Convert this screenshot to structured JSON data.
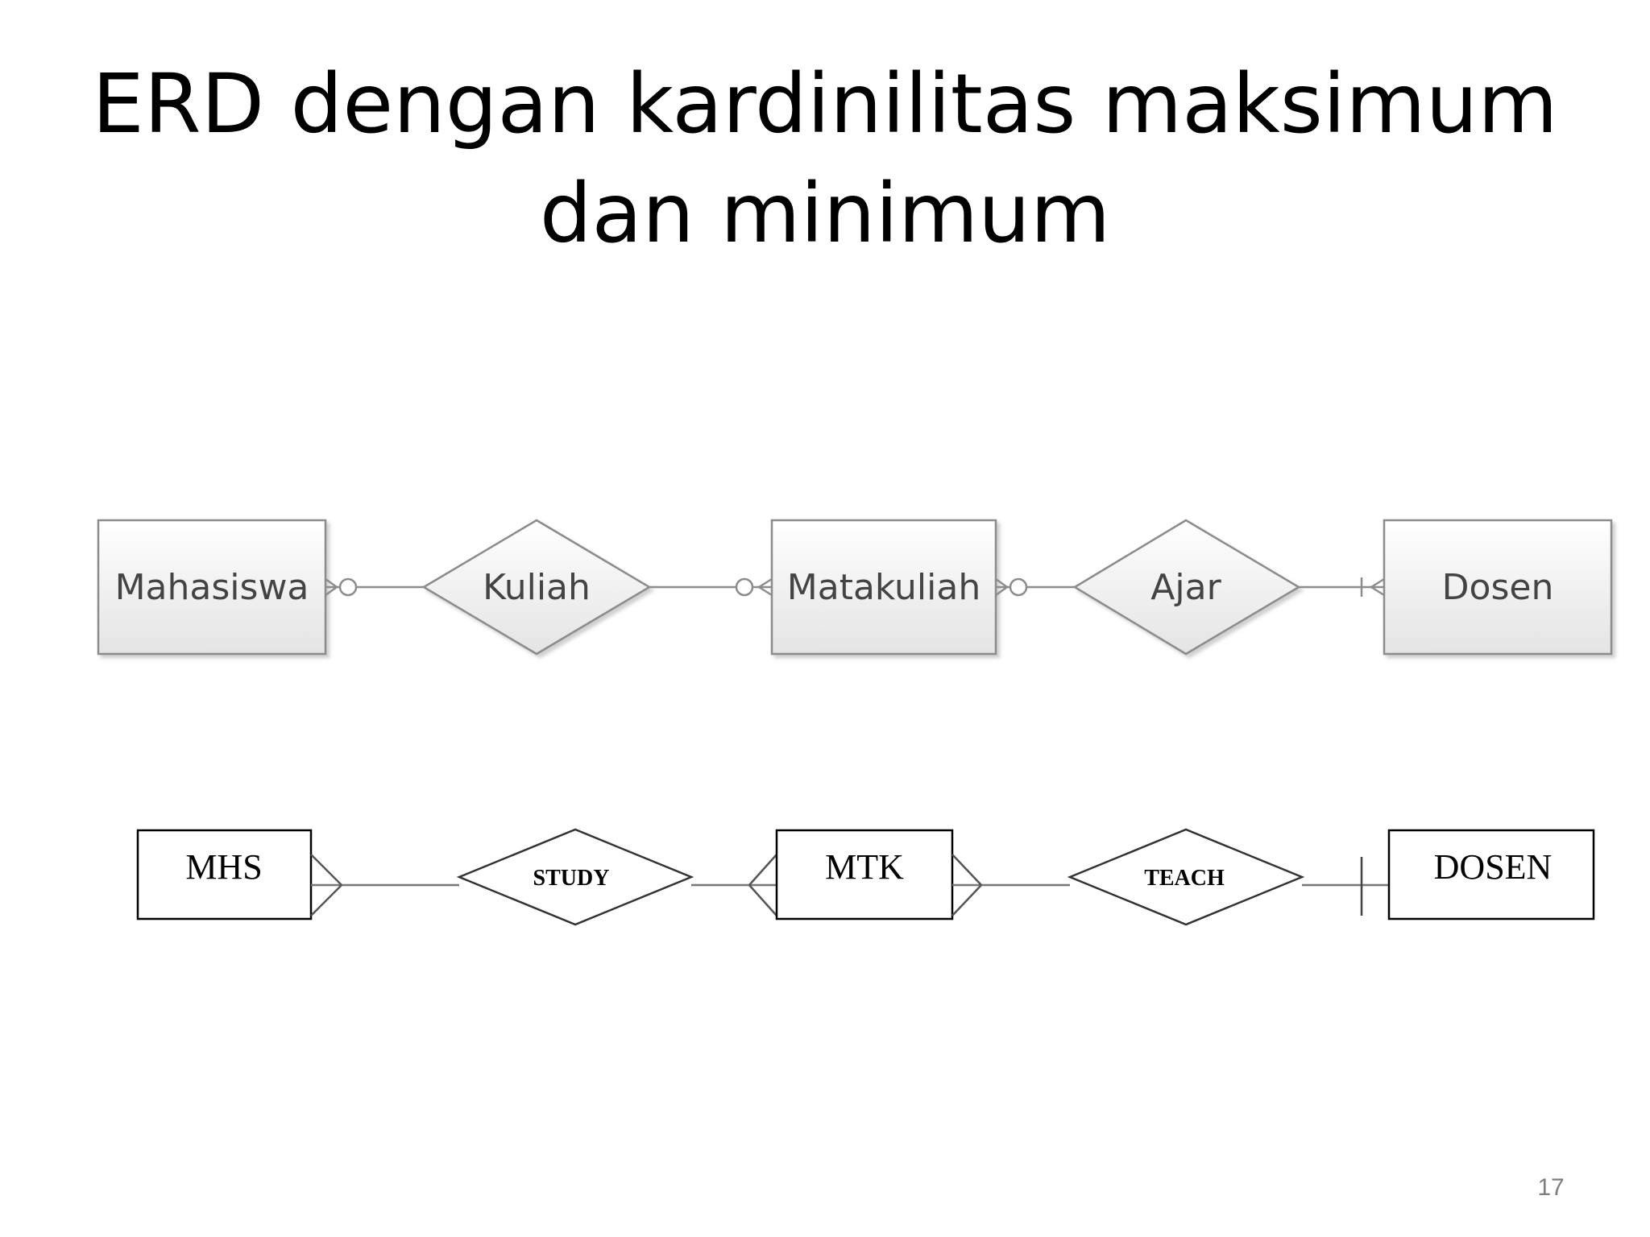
{
  "slide": {
    "title_line1": "ERD dengan kardinilitas maksimum",
    "title_line2": "dan minimum",
    "page_number": "17"
  },
  "diagram_top": {
    "entities": [
      "Mahasiswa",
      "Matakuliah",
      "Dosen"
    ],
    "relationships": [
      "Kuliah",
      "Ajar"
    ],
    "fill_color": "#ececec",
    "stroke_color": "#8c8c8c"
  },
  "diagram_bottom": {
    "entities": [
      "MHS",
      "MTK",
      "DOSEN"
    ],
    "relationships": [
      "STUDY",
      "TEACH"
    ],
    "stroke_color": "#000000"
  }
}
